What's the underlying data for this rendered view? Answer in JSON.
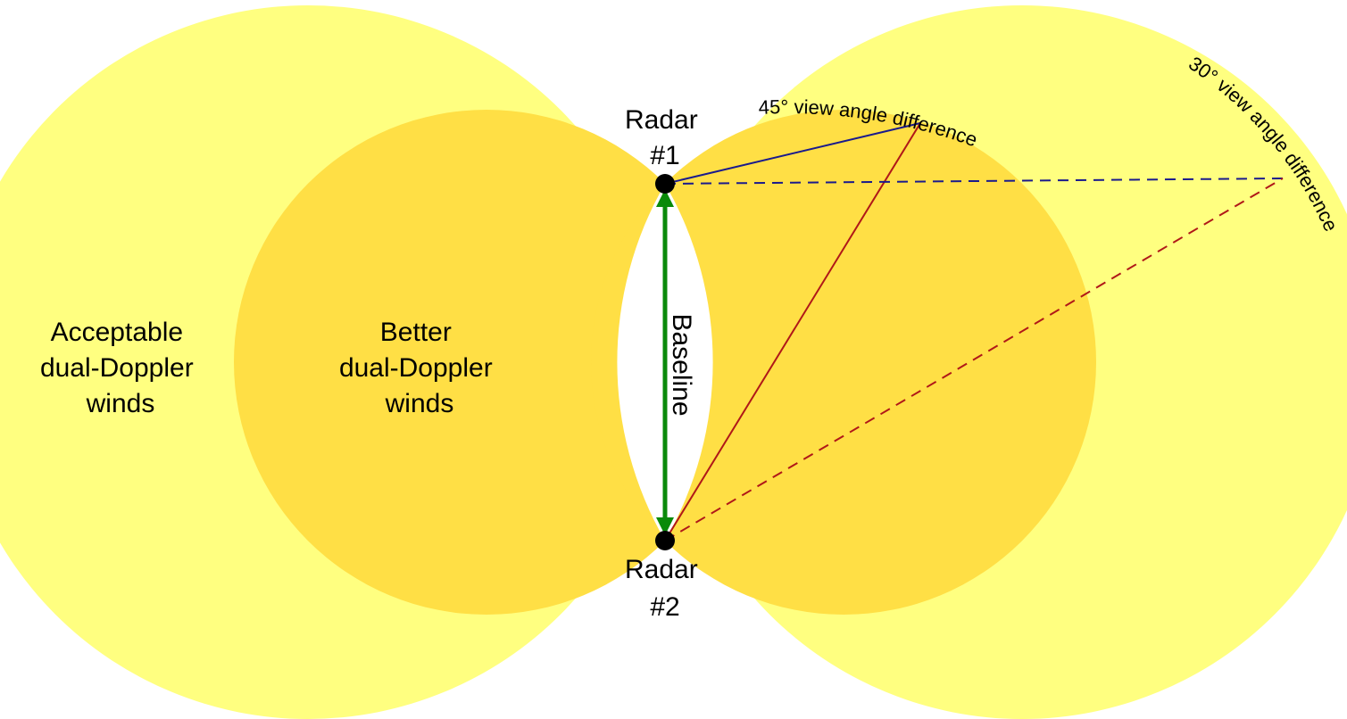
{
  "labels": {
    "radar1": [
      "Radar",
      "#1"
    ],
    "radar2": [
      "Radar",
      "#2"
    ],
    "baseline": "Baseline",
    "acceptable": [
      "Acceptable",
      "dual-Doppler",
      "winds"
    ],
    "better": [
      "Better",
      "dual-Doppler",
      "winds"
    ],
    "angle45": "45° view angle difference",
    "angle30": "30° view angle difference"
  },
  "colors": {
    "acceptable_zone": "#ffff80",
    "better_zone": "#ffdf45",
    "baseline_arrow": "#0a8a0a",
    "radar1_ray": "#1a1a8c",
    "radar2_ray": "#b01818",
    "radar_marker": "#000000"
  }
}
